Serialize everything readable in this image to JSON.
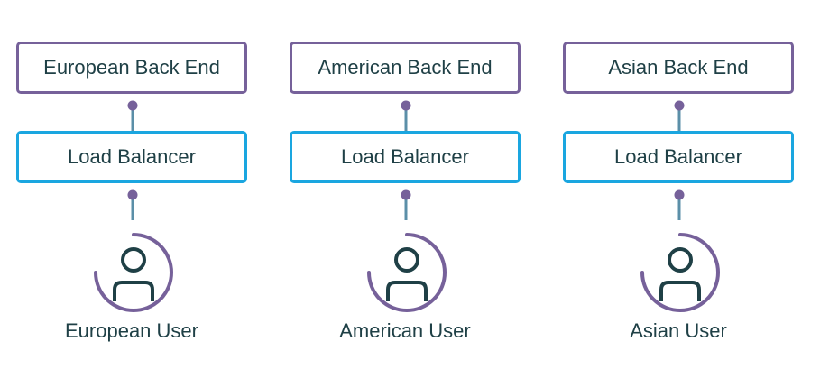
{
  "regions": [
    {
      "backend_label": "European Back End",
      "load_balancer_label": "Load Balancer",
      "user_label": "European User"
    },
    {
      "backend_label": "American Back End",
      "load_balancer_label": "Load Balancer",
      "user_label": "American User"
    },
    {
      "backend_label": "Asian Back End",
      "load_balancer_label": "Load Balancer",
      "user_label": "Asian User"
    }
  ],
  "colors": {
    "backend_border": "#76619a",
    "load_balancer_border": "#1aa6e0",
    "connector_line": "#5b8fa8",
    "connector_dot": "#76619a",
    "user_icon": "#1f4046",
    "user_ring": "#76619a",
    "text": "#1f4046"
  },
  "icons": {
    "user": "user-icon"
  }
}
